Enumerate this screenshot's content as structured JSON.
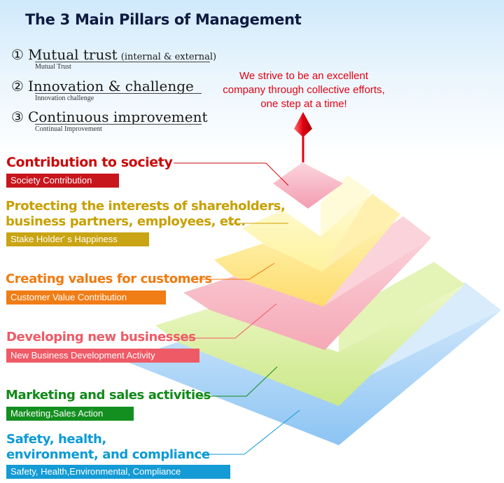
{
  "title": "The 3 Main Pillars of Management",
  "pillars": [
    {
      "number": "①",
      "label": "Mutual trust",
      "note": "(internal & external)",
      "sub": "Mutual Trust"
    },
    {
      "number": "②",
      "label": "Innovation & challenge",
      "sub": "Innovation challenge"
    },
    {
      "number": "③",
      "label": "Continuous improvement",
      "sub": "Continual Improvement"
    }
  ],
  "slogan": [
    "We strive to be an excellent",
    "company through collective efforts,",
    "one step at a time!"
  ],
  "levels": [
    {
      "title": "Contribution to society",
      "tag": "Society Contribution",
      "color": "#cc0a0a",
      "tag_color": "#c8161d",
      "layer_color": "#f6b3c3"
    },
    {
      "title": "Protecting the interests of shareholders,",
      "title2": "business partners, employees, etc.",
      "tag": "Stake Holder' s Happiness",
      "color": "#c8a000",
      "tag_color": "#c9a414",
      "layer_color": "#fdf3a0"
    },
    {
      "title": "Creating values for customers",
      "tag": "Customer  Value Contribution",
      "color": "#f07a0f",
      "tag_color": "#f07d16",
      "layer_color": "#fde27a"
    },
    {
      "title": "Developing new businesses",
      "tag": "New Business Development Activity",
      "color": "#ef5a66",
      "tag_color": "#ee5a66",
      "layer_color": "#f8bcc4"
    },
    {
      "title": "Marketing and sales activities",
      "tag": "Marketing,Sales Action",
      "color": "#108a1a",
      "tag_color": "#138f1f",
      "layer_color": "#d8eea0"
    },
    {
      "title": "Safety, health,",
      "title2": "environment, and compliance",
      "tag": "Safety, Health,Environmental, Compliance",
      "color": "#0b9ad6",
      "tag_color": "#149bd5",
      "layer_color": "#b9dcf7"
    }
  ]
}
